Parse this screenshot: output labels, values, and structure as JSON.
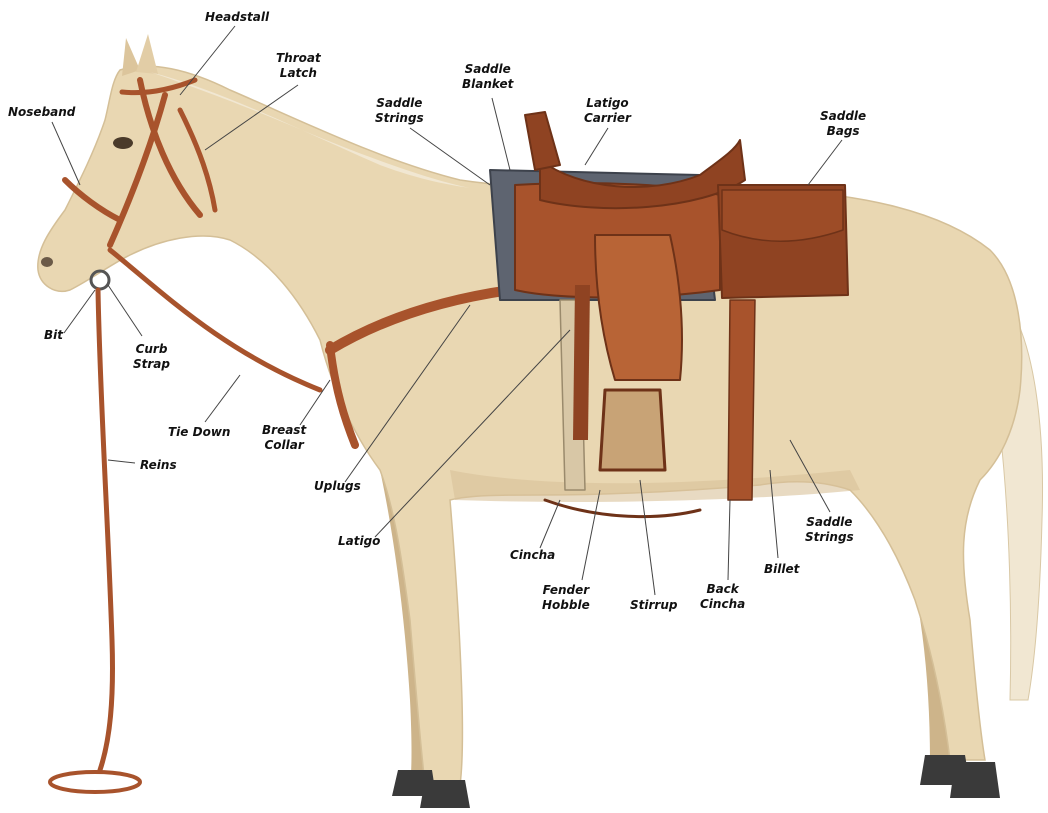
{
  "colors": {
    "background": "#ffffff",
    "coat": "#e9d7b2",
    "coat_shade": "#cdb48a",
    "mane_tail": "#f1e7d2",
    "leather": "#a8532c",
    "leather_dark": "#6e3218",
    "hoof": "#3a3a3a",
    "leader_line": "#444444",
    "label_text": "#111111"
  },
  "labels": [
    {
      "id": "headstall",
      "lines": [
        "Headstall"
      ]
    },
    {
      "id": "throat-latch",
      "lines": [
        "Throat",
        "Latch"
      ]
    },
    {
      "id": "noseband",
      "lines": [
        "Noseband"
      ]
    },
    {
      "id": "saddle-blanket",
      "lines": [
        "Saddle",
        "Blanket"
      ]
    },
    {
      "id": "saddle-strings-top",
      "lines": [
        "Saddle",
        "Strings"
      ]
    },
    {
      "id": "latigo-carrier",
      "lines": [
        "Latigo",
        "Carrier"
      ]
    },
    {
      "id": "saddle-bags",
      "lines": [
        "Saddle",
        "Bags"
      ]
    },
    {
      "id": "bit",
      "lines": [
        "Bit"
      ]
    },
    {
      "id": "curb-strap",
      "lines": [
        "Curb",
        "Strap"
      ]
    },
    {
      "id": "tie-down",
      "lines": [
        "Tie Down"
      ]
    },
    {
      "id": "breast-collar",
      "lines": [
        "Breast",
        "Collar"
      ]
    },
    {
      "id": "reins",
      "lines": [
        "Reins"
      ]
    },
    {
      "id": "uplugs",
      "lines": [
        "Uplugs"
      ]
    },
    {
      "id": "latigo",
      "lines": [
        "Latigo"
      ]
    },
    {
      "id": "cincha",
      "lines": [
        "Cincha"
      ]
    },
    {
      "id": "fender-hobble",
      "lines": [
        "Fender",
        "Hobble"
      ]
    },
    {
      "id": "stirrup",
      "lines": [
        "Stirrup"
      ]
    },
    {
      "id": "back-cincha",
      "lines": [
        "Back",
        "Cincha"
      ]
    },
    {
      "id": "billet",
      "lines": [
        "Billet"
      ]
    },
    {
      "id": "saddle-strings-bottom",
      "lines": [
        "Saddle",
        "Strings"
      ]
    }
  ]
}
